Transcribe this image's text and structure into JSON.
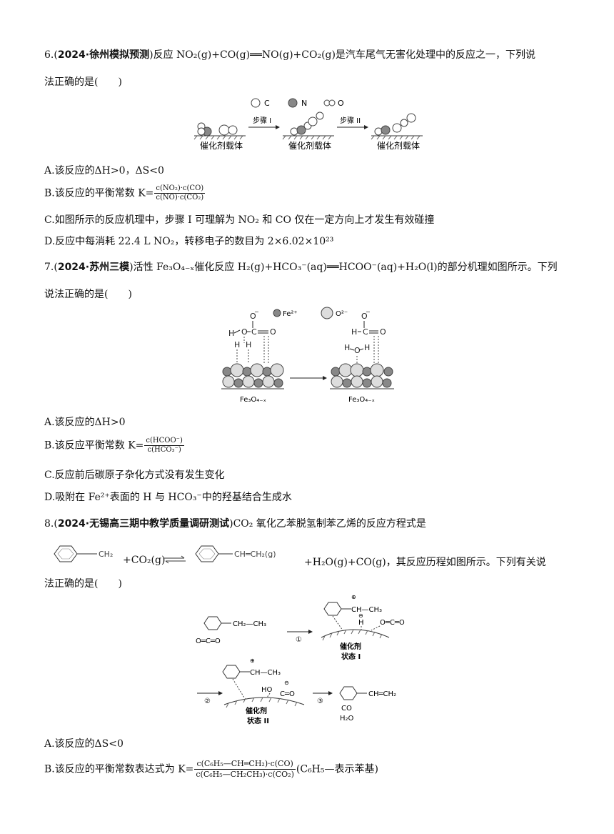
{
  "q6": {
    "num": "6.(",
    "source": "2024·徐州模拟预测",
    "stem_a": ")反应 NO₂(g)+CO(g)══NO(g)+CO₂(g)是汽车尾气无害化处理中的反应之一，下列说",
    "stem_b": "法正确的是(　　)",
    "legend": {
      "c": "C",
      "n": "N",
      "o": "O"
    },
    "steps": {
      "step1": "步骤 I",
      "step2": "步骤 II"
    },
    "support": "催化剂载体",
    "options": {
      "A": "A.该反应的ΔH>0，ΔS<0",
      "B_pre": "B.该反应的平衡常数 K=",
      "B_num": "c(NO₂)·c(CO)",
      "B_den": "c(NO)·c(CO₂)",
      "C": "C.如图所示的反应机理中，步骤 I 可理解为 NO₂ 和 CO 仅在一定方向上才发生有效碰撞",
      "D": "D.反应中每消耗 22.4 L NO₂，转移电子的数目为 2×6.02×10²³"
    }
  },
  "q7": {
    "num": "7.(",
    "source": "2024·苏州三模",
    "stem_a": ")活性 Fe₃O₄₋ₓ催化反应 H₂(g)+HCO₃⁻(aq)══HCOO⁻(aq)+H₂O(l)的部分机理如图所示。下列",
    "stem_b": "说法正确的是(　　)",
    "legend": {
      "fe": "Fe²⁺",
      "o": "O²⁻"
    },
    "catalyst": "Fe₃O₄₋ₓ",
    "options": {
      "A": "A.该反应的ΔH>0",
      "B_pre": "B.该反应平衡常数 K=",
      "B_num": "c(HCOO⁻)",
      "B_den": "c(HCO₃⁻)",
      "C": "C.反应前后碳原子杂化方式没有发生变化",
      "D": "D.吸附在 Fe²⁺表面的 H 与 HCO₃⁻中的羟基结合生成水"
    }
  },
  "q8": {
    "num": "8.(",
    "source": "2024·无锡高三期中教学质量调研测试",
    "stem_a": ")CO₂ 氧化乙苯脱氢制苯乙烯的反应方程式是",
    "eq_ch2": "CH₂",
    "eq_mid": "+CO₂(g)",
    "eq_prod": "CH═CH₂(g)",
    "eq_tail": "+H₂O(g)+CO(g)，其反应历程如图所示。下列有关说",
    "stem_b": "法正确的是(　　)",
    "fig": {
      "ethyl": "CH₂—CH₃",
      "co2": "O═C═O",
      "step1": "①",
      "step2": "②",
      "step3": "③",
      "catalyst": "催化剂",
      "state1": "状态 I",
      "state2": "状态 II",
      "ch_ch3": "CH—CH₃",
      "h_minus": "H",
      "ho": "HO",
      "c_eq_o": "C═O",
      "styrene": "CH═CH₂",
      "co": "CO",
      "h2o": "H₂O"
    },
    "options": {
      "A": "A.该反应的ΔS<0",
      "B_pre": "B.该反应的平衡常数表达式为 K=",
      "B_num": "c(C₆H₅—CH═CH₂)·c(CO)",
      "B_den": "c(C₆H₅—CH₂CH₃)·c(CO₂)",
      "B_post": "(C₆H₅—表示苯基)"
    }
  }
}
